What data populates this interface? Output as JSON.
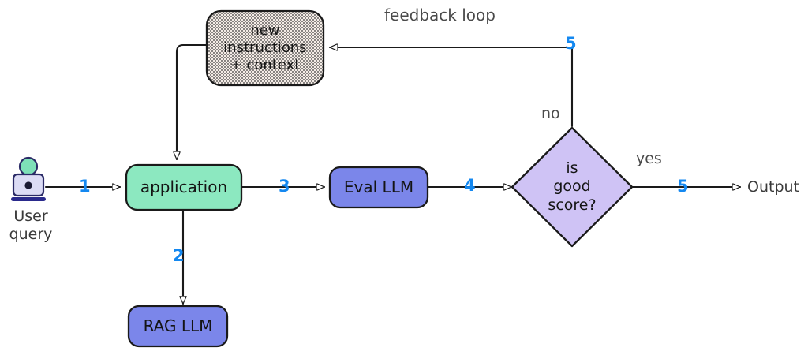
{
  "diagram": {
    "title": "LLM evaluation feedback loop flowchart",
    "background": "#ffffff",
    "nodes": [
      {
        "id": "user-query",
        "label": "User\nquery",
        "line1": "User",
        "line2": "query",
        "shape": "actor-icon",
        "icon": "user-at-computer-icon",
        "colors": {
          "head": "#7ee0b8",
          "body": "#dcdcf5",
          "outline": "#2a2a66",
          "base": "#2a2a8c"
        }
      },
      {
        "id": "new-instructions",
        "label": "new\ninstructions\n+ context",
        "line1": "new",
        "line2": "instructions",
        "line3": "+ context",
        "shape": "rounded-rect-hatched",
        "fill": "#f4ece6",
        "stroke": "#1a1a1a"
      },
      {
        "id": "application",
        "label": "application",
        "shape": "rounded-rect",
        "fill": "#8ce8c0",
        "stroke": "#1a1a1a"
      },
      {
        "id": "rag-llm",
        "label": "RAG LLM",
        "shape": "rounded-rect",
        "fill": "#7b86ea",
        "stroke": "#1a1a1a"
      },
      {
        "id": "eval-llm",
        "label": "Eval LLM",
        "shape": "rounded-rect",
        "fill": "#7b86ea",
        "stroke": "#1a1a1a"
      },
      {
        "id": "is-good-score",
        "label": "is\ngood\nscore?",
        "line1": "is",
        "line2": "good",
        "line3": "score?",
        "shape": "diamond",
        "fill": "#cfc3f5",
        "stroke": "#1a1a1a"
      },
      {
        "id": "output",
        "label": "Output",
        "shape": "text-terminal"
      }
    ],
    "edge_labels": [
      {
        "id": "step-1",
        "text": "1",
        "kind": "number",
        "color": "#1488f0"
      },
      {
        "id": "step-2",
        "text": "2",
        "kind": "number",
        "color": "#1488f0"
      },
      {
        "id": "step-3",
        "text": "3",
        "kind": "number",
        "color": "#1488f0"
      },
      {
        "id": "step-4",
        "text": "4",
        "kind": "number",
        "color": "#1488f0"
      },
      {
        "id": "step-5-yes",
        "text": "5",
        "kind": "number",
        "color": "#1488f0"
      },
      {
        "id": "step-5-loop",
        "text": "5",
        "kind": "number",
        "color": "#1488f0"
      },
      {
        "id": "branch-yes",
        "text": "yes",
        "kind": "word",
        "color": "#4a4a4a"
      },
      {
        "id": "branch-no",
        "text": "no",
        "kind": "word",
        "color": "#4a4a4a"
      },
      {
        "id": "feedback-loop",
        "text": "feedback loop",
        "kind": "word",
        "color": "#4a4a4a"
      }
    ],
    "accent_color": "#1488f0",
    "edge_color": "#1a1a1a"
  }
}
